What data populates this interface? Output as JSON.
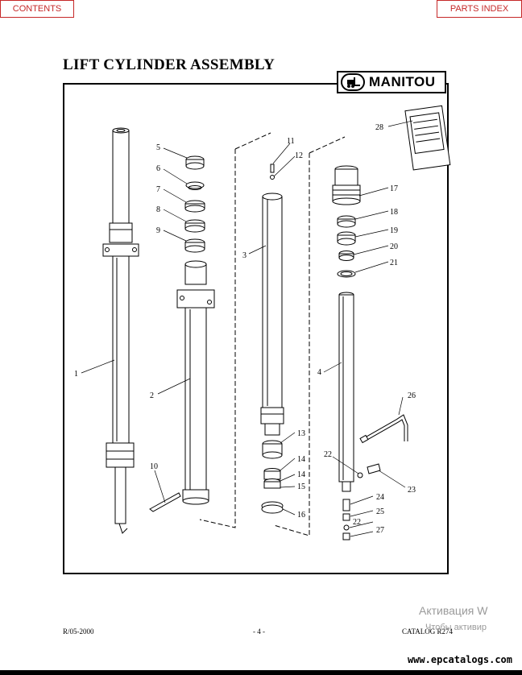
{
  "nav": {
    "contents": "CONTENTS",
    "parts_index": "PARTS INDEX"
  },
  "title": "LIFT CYLINDER ASSEMBLY",
  "logo": {
    "text": "MANITOU",
    "icon": "forklift-icon"
  },
  "callouts": [
    "1",
    "2",
    "3",
    "4",
    "5",
    "6",
    "7",
    "8",
    "9",
    "10",
    "11",
    "12",
    "13",
    "14",
    "14",
    "15",
    "16",
    "17",
    "18",
    "19",
    "20",
    "21",
    "22",
    "22",
    "23",
    "24",
    "25",
    "26",
    "27",
    "28"
  ],
  "footer": {
    "revision": "R/05-2000",
    "page": "- 4 -",
    "catalog": "CATALOG R274"
  },
  "watermark": {
    "line1": "Активация W",
    "line2": "Чтобы активир"
  },
  "url": "www.epcatalogs.com"
}
